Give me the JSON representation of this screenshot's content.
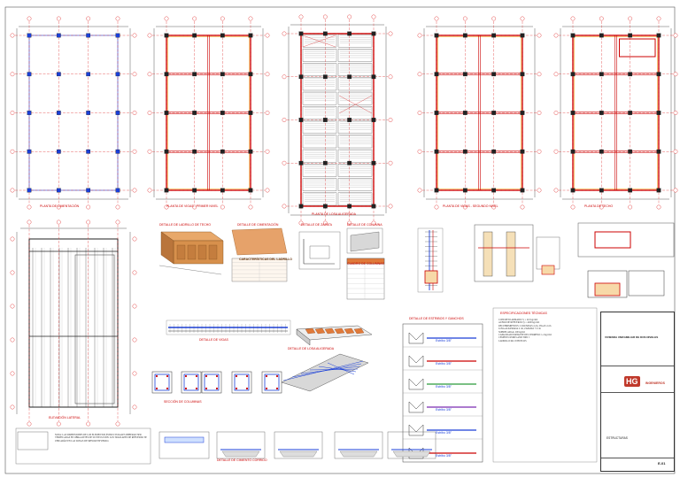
{
  "sheet": {
    "plan_titles": [
      "PLANTA DE CIMENTACIÓN",
      "PLANTA DE VIGAS - PRIMER NIVEL",
      "PLANTA DE LOSA ALIGERADA",
      "PLANTA DE VIGAS - SEGUNDO NIVEL",
      "PLANTA DE TECHO"
    ],
    "section_titles": {
      "elevation": "ELEVACIÓN LATERAL",
      "details_top": [
        "DETALLE DE LADRILLO DE TECHO",
        "DETALLE DE CIMENTACIÓN",
        "DETALLE DE ZAPATA",
        "DETALLE DE COLUMNA"
      ],
      "steel_table": "CUADRO DE COLUMNAS",
      "beam_details": "DETALLE DE VIGAS",
      "slab": "DETALLE DE LOSA ALIGERADA",
      "stirrup_table": "DETALLE DE ESTRIBOS Y GANCHOS",
      "general_notes": "ESPECIFICACIONES TÉCNICAS",
      "footing_details": "DETALLE DE CIMIENTO CORRIDO",
      "column_sections": "SECCIÓN DE COLUMNAS"
    },
    "property_box_header": "CARACTERÍSTICAS DEL LADRILLO",
    "stirrup_labels": [
      "Estribo 3/8\"",
      "Estribo 3/8\"",
      "Estribo 3/8\"",
      "Estribo 3/8\"",
      "Estribo 3/8\"",
      "Estribo 3/8\""
    ],
    "general_notes_text": "CONCRETO ARMADO f'c = 210 kg/cm2\nACERO DE REFUERZO fy = 4200 kg/cm2\nRECUBRIMIENTOS: COLUMNAS 4 cm, VIGAS 4 cm\nLOSA ALIGERADA 2 cm, ZAPATAS 7.5 cm\nSOBRECARGA: 200 kg/m2\nCAPACIDAD PORTANTE DEL TERRENO: 1.2 kg/cm2\nCEMENTO PORTLAND TIPO I\nLADRILLO KK 18 HUECOS",
    "lower_left_notes": "NOTA: LAS DIMENSIONES DE LOS ELEMENTOS ESTRUCTURALES DEBERÁN SER VERIFICADAS EN OBRA ANTES DE SU EJECUCIÓN. LOS TRASLAPES DE REFUERZO SE UBICARÁN EN LAS ZONAS DE MENOR ESFUERZO.",
    "title_block": {
      "project": "VIVIENDA UNIFAMILIAR DE DOS NIVELES",
      "plan_name": "ESTRUCTURAS",
      "logo": "HG",
      "logo_sub": "INGENIEROS",
      "sheet_code": "E-01"
    }
  }
}
